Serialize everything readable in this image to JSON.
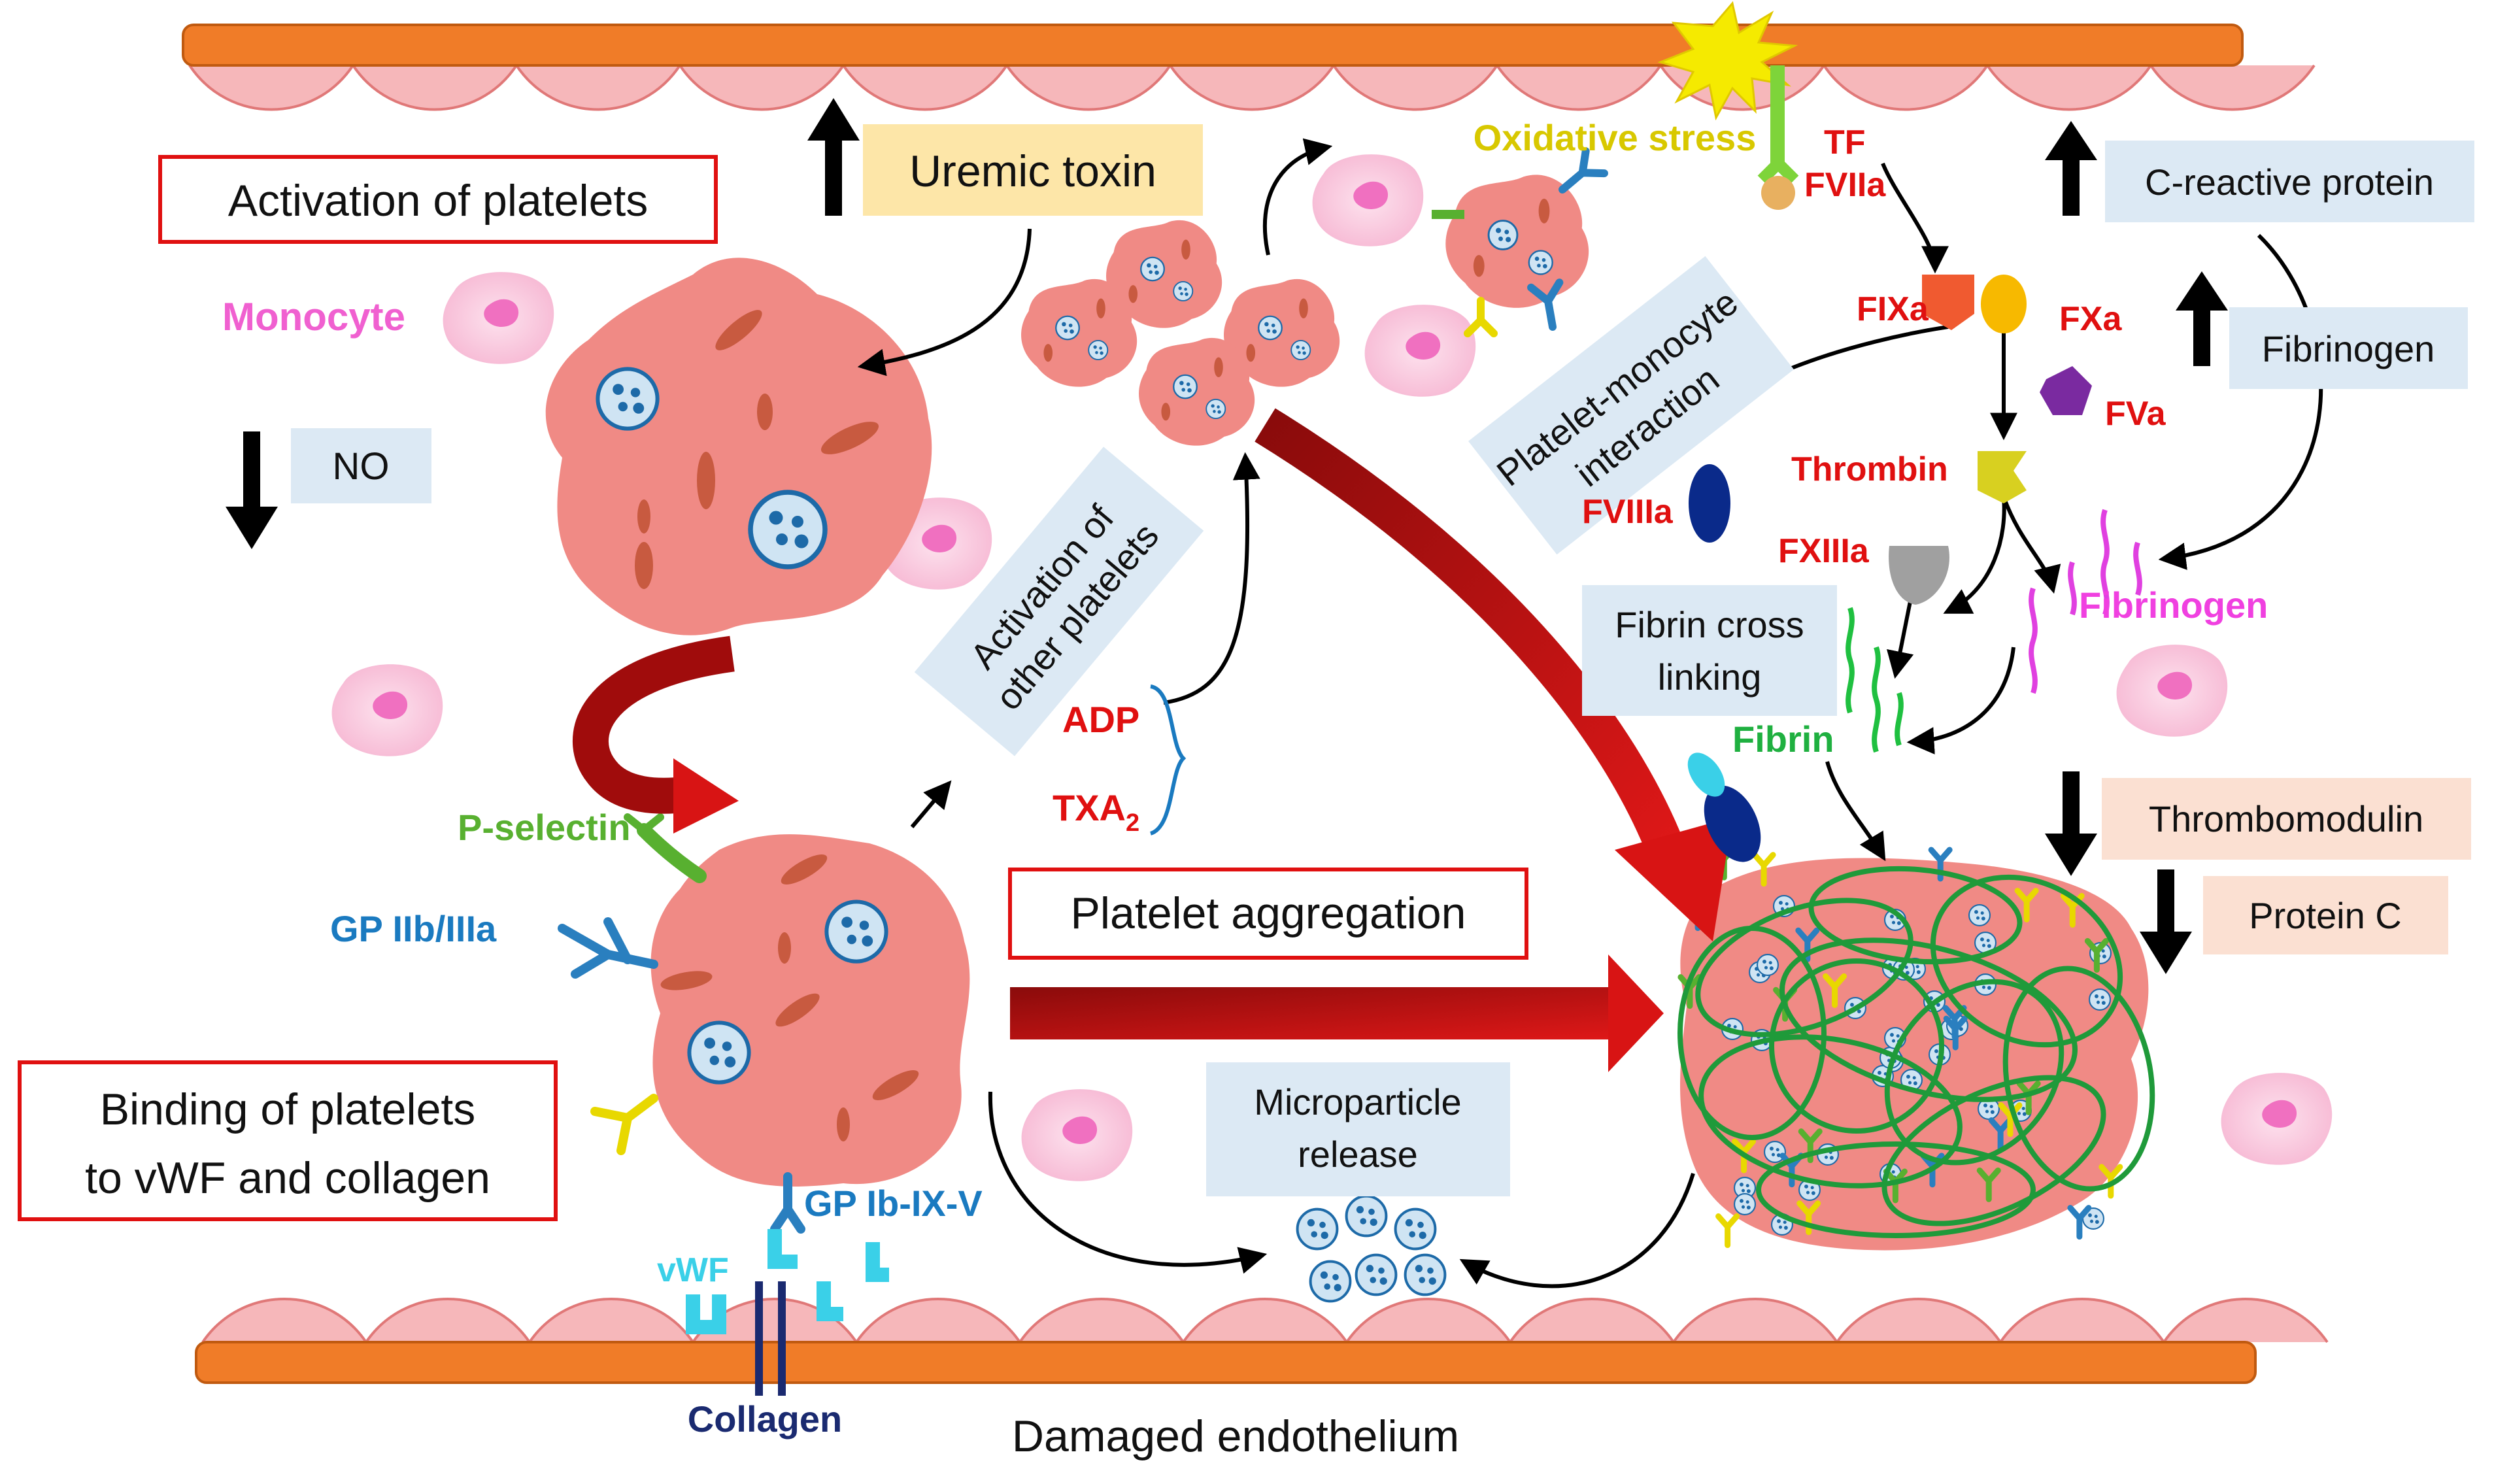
{
  "labels": {
    "activation_of_platelets": "Activation of platelets",
    "uremic_toxin": "Uremic toxin",
    "monocyte": "Monocyte",
    "no": "NO",
    "oxidative_stress": "Oxidative stress",
    "tf": "TF",
    "fviia": "FVIIa",
    "c_reactive_protein": "C-reactive protein",
    "fixa": "FIXa",
    "fxa": "FXa",
    "fibrinogen_box": "Fibrinogen",
    "fva": "FVa",
    "thrombin": "Thrombin",
    "platelet_monocyte_line1": "Platelet-monocyte",
    "platelet_monocyte_line2": "interaction",
    "fviiia": "FVIIIa",
    "fxiiia": "FXIIIa",
    "fibrin_cross_line1": "Fibrin cross",
    "fibrin_cross_line2": "linking",
    "fibrinogen_pink": "Fibrinogen",
    "fibrin": "Fibrin",
    "activation_other_line1": "Activation of",
    "activation_other_line2": "other platelets",
    "adp": "ADP",
    "txa": "TXA",
    "txa_sub": "2",
    "p_selectin": "P-selectin",
    "gp_iib_iiia": "GP IIb/IIIa",
    "platelet_aggregation": "Platelet aggregation",
    "thrombomodulin": "Thrombomodulin",
    "protein_c": "Protein C",
    "binding_line1": "Binding of platelets",
    "binding_line2": "to vWF and collagen",
    "microparticle_line1": "Microparticle",
    "microparticle_line2": "release",
    "gp_ib_ix_v": "GP Ib-IX-V",
    "vwf": "vWF",
    "collagen": "Collagen",
    "damaged_endothelium": "Damaged endothelium"
  },
  "colors": {
    "vessel_wall": "#f07c28",
    "endothelial_cell": "#f6b7ba",
    "platelet": "#f08a85",
    "red_label": "#e01010",
    "blue_label": "#1a7ac0",
    "green_label": "#58b030",
    "pink_label": "#f060d0",
    "yellow_label": "#d8c800",
    "navy_label": "#1a2a70",
    "info_box_blue": "#dce9f4",
    "info_box_peach": "#fbe0d2",
    "uremic_box": "#fde6a8",
    "dark_red_arrow": "#b00c0c"
  }
}
